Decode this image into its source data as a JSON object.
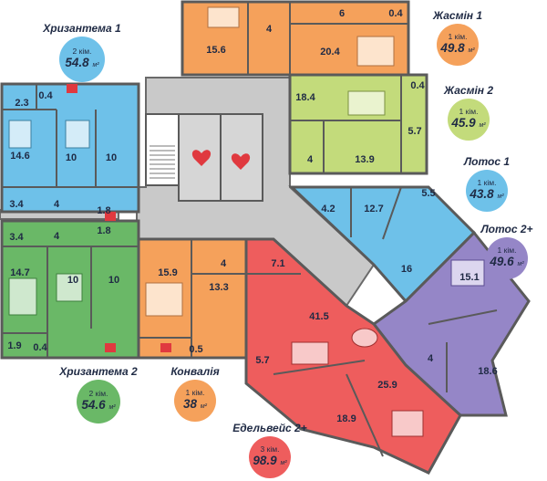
{
  "colors": {
    "orange": "#F5A15B",
    "green_yellow": "#C3DB7B",
    "blue": "#6EC1E9",
    "purple": "#9586C7",
    "red": "#EE5D5D",
    "green": "#6AB867",
    "core_gray": "#C9C9C9",
    "wall": "#5A5A5A",
    "heart_red": "#E0393F"
  },
  "apartments": [
    {
      "id": "khryzantema-1",
      "name": "Хризантема 1",
      "rooms": "2 кім.",
      "area": "54.8",
      "unit": "м²",
      "badge_color": "#6EC1E9"
    },
    {
      "id": "zhasmin-1",
      "name": "Жасмін 1",
      "rooms": "1 кім.",
      "area": "49.8",
      "unit": "м²",
      "badge_color": "#F5A15B"
    },
    {
      "id": "zhasmin-2",
      "name": "Жасмін 2",
      "rooms": "1 кім.",
      "area": "45.9",
      "unit": "м²",
      "badge_color": "#C3DB7B"
    },
    {
      "id": "lotos-1",
      "name": "Лотос 1",
      "rooms": "1 кім.",
      "area": "43.8",
      "unit": "м²",
      "badge_color": "#6EC1E9"
    },
    {
      "id": "lotos-2",
      "name": "Лотос 2+",
      "rooms": "1 кім.",
      "area": "49.6",
      "unit": "м²",
      "badge_color": "#9586C7"
    },
    {
      "id": "khryzantema-2",
      "name": "Хризантема 2",
      "rooms": "2 кім.",
      "area": "54.6",
      "unit": "м²",
      "badge_color": "#6AB867"
    },
    {
      "id": "konvaliia",
      "name": "Конвалія",
      "rooms": "1 кім.",
      "area": "38",
      "unit": "м²",
      "badge_color": "#F5A15B"
    },
    {
      "id": "edelveis-2",
      "name": "Едельвейс 2+",
      "rooms": "3 кім.",
      "area": "98.9",
      "unit": "м²",
      "badge_color": "#EE5D5D"
    }
  ],
  "room_areas": {
    "zh1_a": "15.6",
    "zh1_b": "4",
    "zh1_c": "6",
    "zh1_d": "0.4",
    "zh1_e": "20.4",
    "zh2_a": "18.4",
    "zh2_b": "0.4",
    "zh2_c": "5.7",
    "zh2_d": "4",
    "zh2_e": "13.9",
    "kh1_a": "2.3",
    "kh1_b": "0.4",
    "kh1_c": "14.6",
    "kh1_d": "10",
    "kh1_e": "10",
    "kh1_f": "3.4",
    "kh1_g": "4",
    "kh1_h": "1.8",
    "kh2_a": "3.4",
    "kh2_b": "4",
    "kh2_c": "1.8",
    "kh2_d": "14.7",
    "kh2_e": "10",
    "kh2_f": "10",
    "kh2_g": "1.9",
    "kh2_h": "0.4",
    "l1_a": "4.2",
    "l1_b": "12.7",
    "l1_c": "5.5",
    "l1_d": "16",
    "kv_a": "15.9",
    "kv_b": "4",
    "kv_c": "13.3",
    "kv_d": "0.5",
    "l2_a": "15.1",
    "l2_b": "4",
    "l2_c": "18.6",
    "ed_a": "7.1",
    "ed_b": "41.5",
    "ed_c": "5.7",
    "ed_d": "25.9",
    "ed_e": "18.9"
  }
}
